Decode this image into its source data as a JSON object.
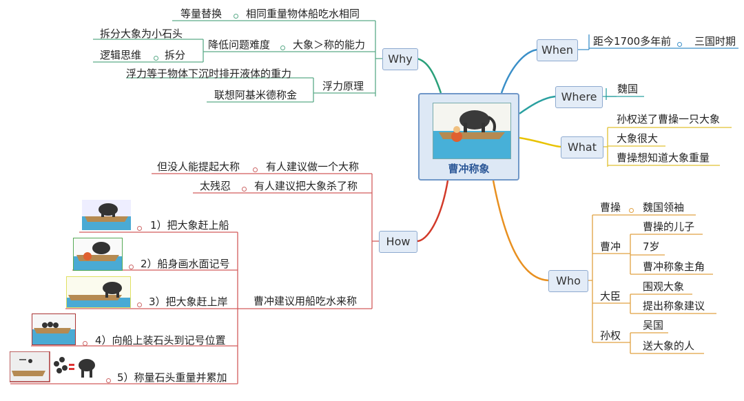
{
  "center": {
    "title": "曹冲称象",
    "image": "elephant-on-boat-illustration"
  },
  "colors": {
    "why": "#2aa07a",
    "when": "#3a8fc8",
    "where": "#2aa0a0",
    "what": "#e8c200",
    "who": "#e89020",
    "how": "#d23a2a"
  },
  "why": {
    "label": "Why",
    "items": {
      "equal_sub": "等量替换",
      "same_weight": "相同重量物体船吃水相同",
      "split": "拆分大象为小石头",
      "reduce": "降低问题难度",
      "capacity": "大象＞称的能力",
      "logic": "逻辑思维",
      "chaifen": "拆分",
      "buoyancy_def": "浮力等于物体下沉时排开液体的重力",
      "buoyancy": "浮力原理",
      "archimedes": "联想阿基米德称金"
    }
  },
  "when": {
    "label": "When",
    "items": [
      "距今1700多年前",
      "三国时期"
    ]
  },
  "where": {
    "label": "Where",
    "items": [
      "魏国"
    ]
  },
  "what": {
    "label": "What",
    "items": [
      "孙权送了曹操一只大象",
      "大象很大",
      "曹操想知道大象重量"
    ]
  },
  "who": {
    "label": "Who",
    "people": [
      {
        "name": "曹操",
        "items": [
          "魏国领袖"
        ]
      },
      {
        "name": "曹冲",
        "items": [
          "曹操的儿子",
          "7岁",
          "曹冲称象主角"
        ]
      },
      {
        "name": "大臣",
        "items": [
          "围观大象",
          "提出称象建议"
        ]
      },
      {
        "name": "孙权",
        "items": [
          "吴国",
          "送大象的人"
        ]
      }
    ]
  },
  "how": {
    "label": "How",
    "s1": "有人建议做一个大称",
    "s1_note": "但没人能提起大称",
    "s2": "有人建议把大象杀了称",
    "s2_note": "太残忍",
    "s3": "曹冲建议用船吃水来称",
    "steps": [
      "1）把大象赶上船",
      "2）船身画水面记号",
      "3）把大象赶上岸",
      "4）向船上装石头到记号位置",
      "5）称量石头重量并累加"
    ]
  }
}
